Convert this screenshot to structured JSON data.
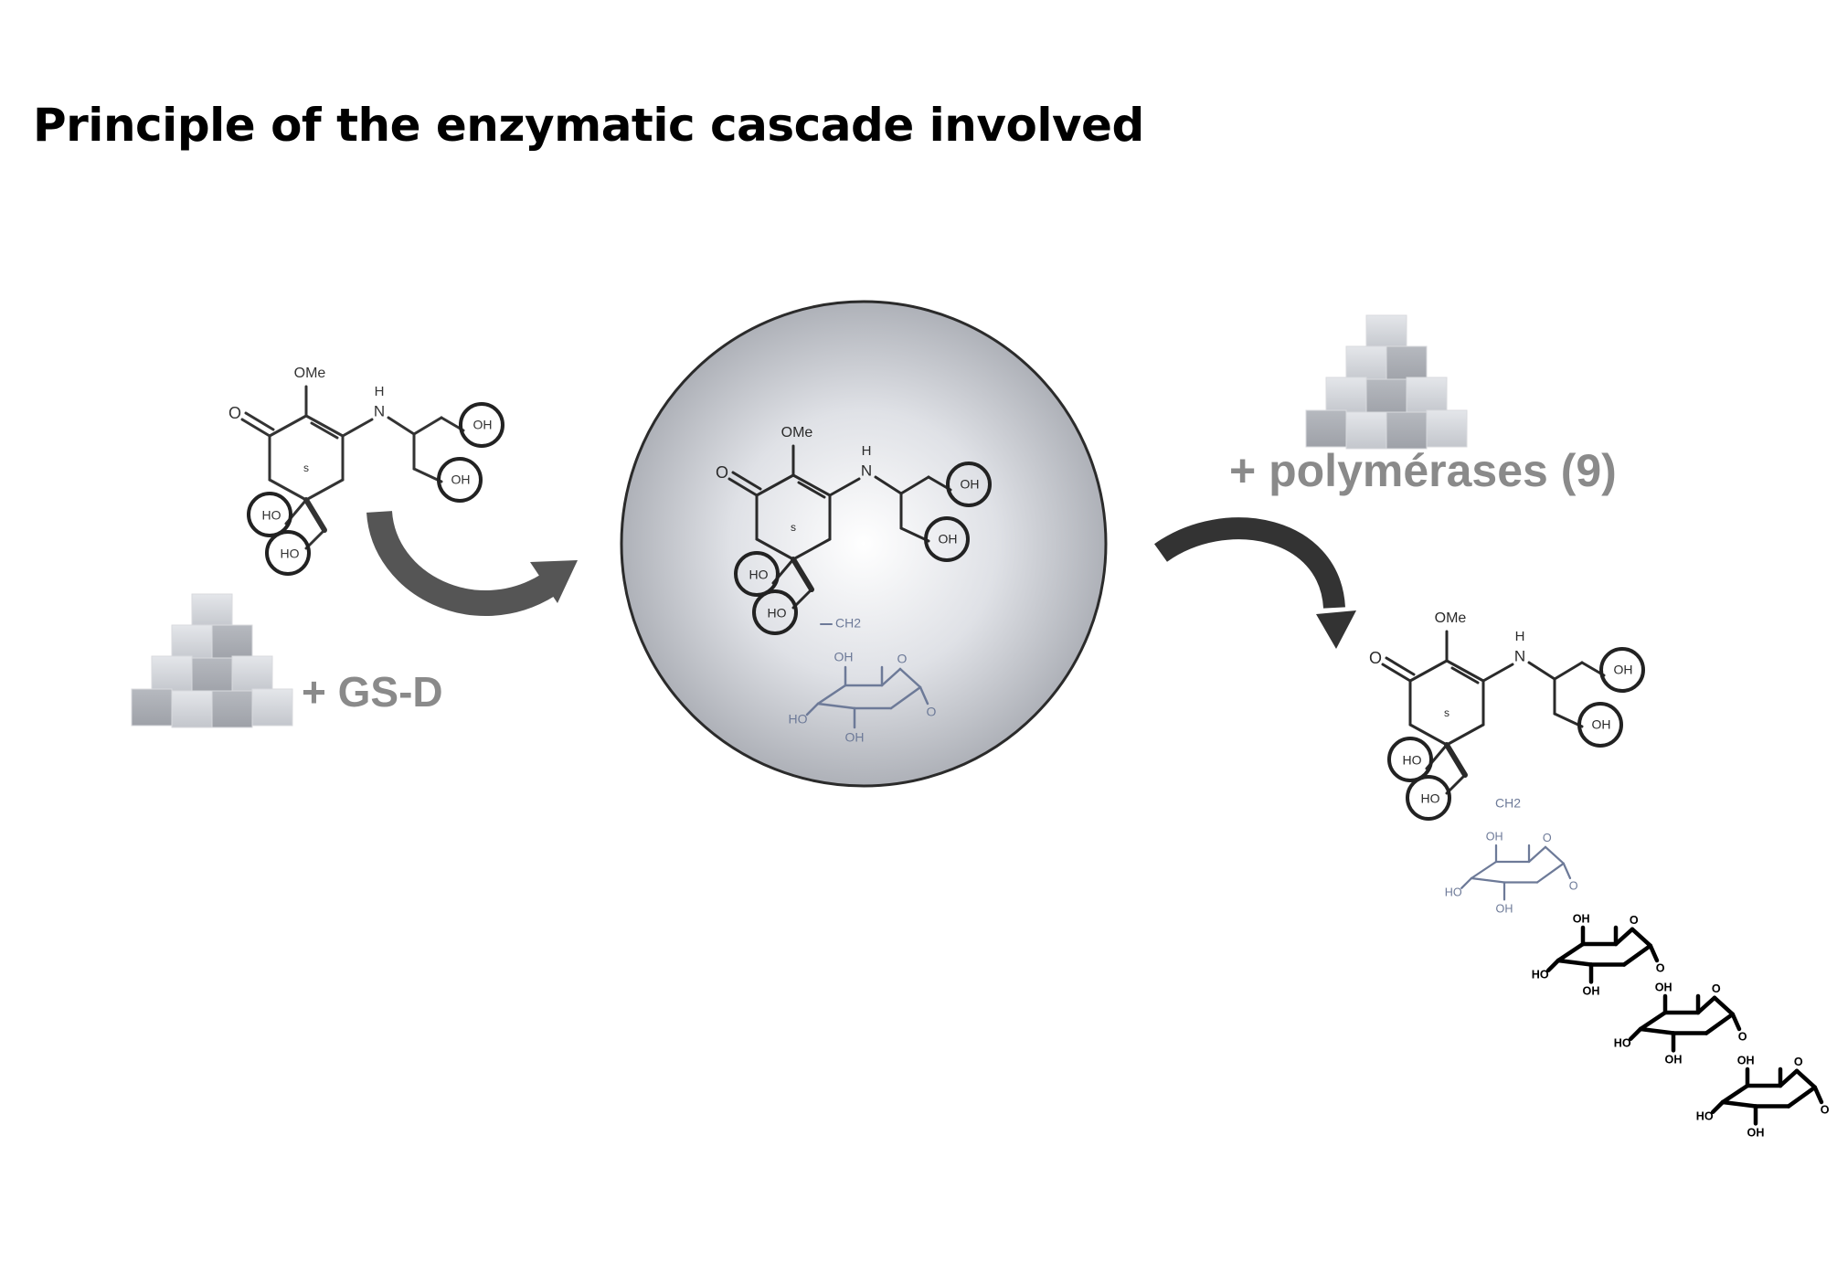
{
  "title": "Principle of the enzymatic cascade involved",
  "steps": [
    {
      "reagent": "+ GS-D"
    },
    {
      "reagent": "+ polymérases (9)"
    }
  ],
  "molecule_labels": {
    "methoxy": "OMe",
    "amine_n": "N",
    "amine_h": "H",
    "ketone_o": "O",
    "hydroxyl": "OH",
    "hydroxyl_left": "HO",
    "stereo": "s",
    "methylene": "CH2",
    "ring_o": "O"
  },
  "colors": {
    "text": "#000000",
    "reagent_label": "#8a8a8a",
    "arrow": "#555555",
    "circle_fill": "#c8cbd2",
    "sugar_cube": "#b9bcc2",
    "first_glucose": "#6d7a98"
  }
}
